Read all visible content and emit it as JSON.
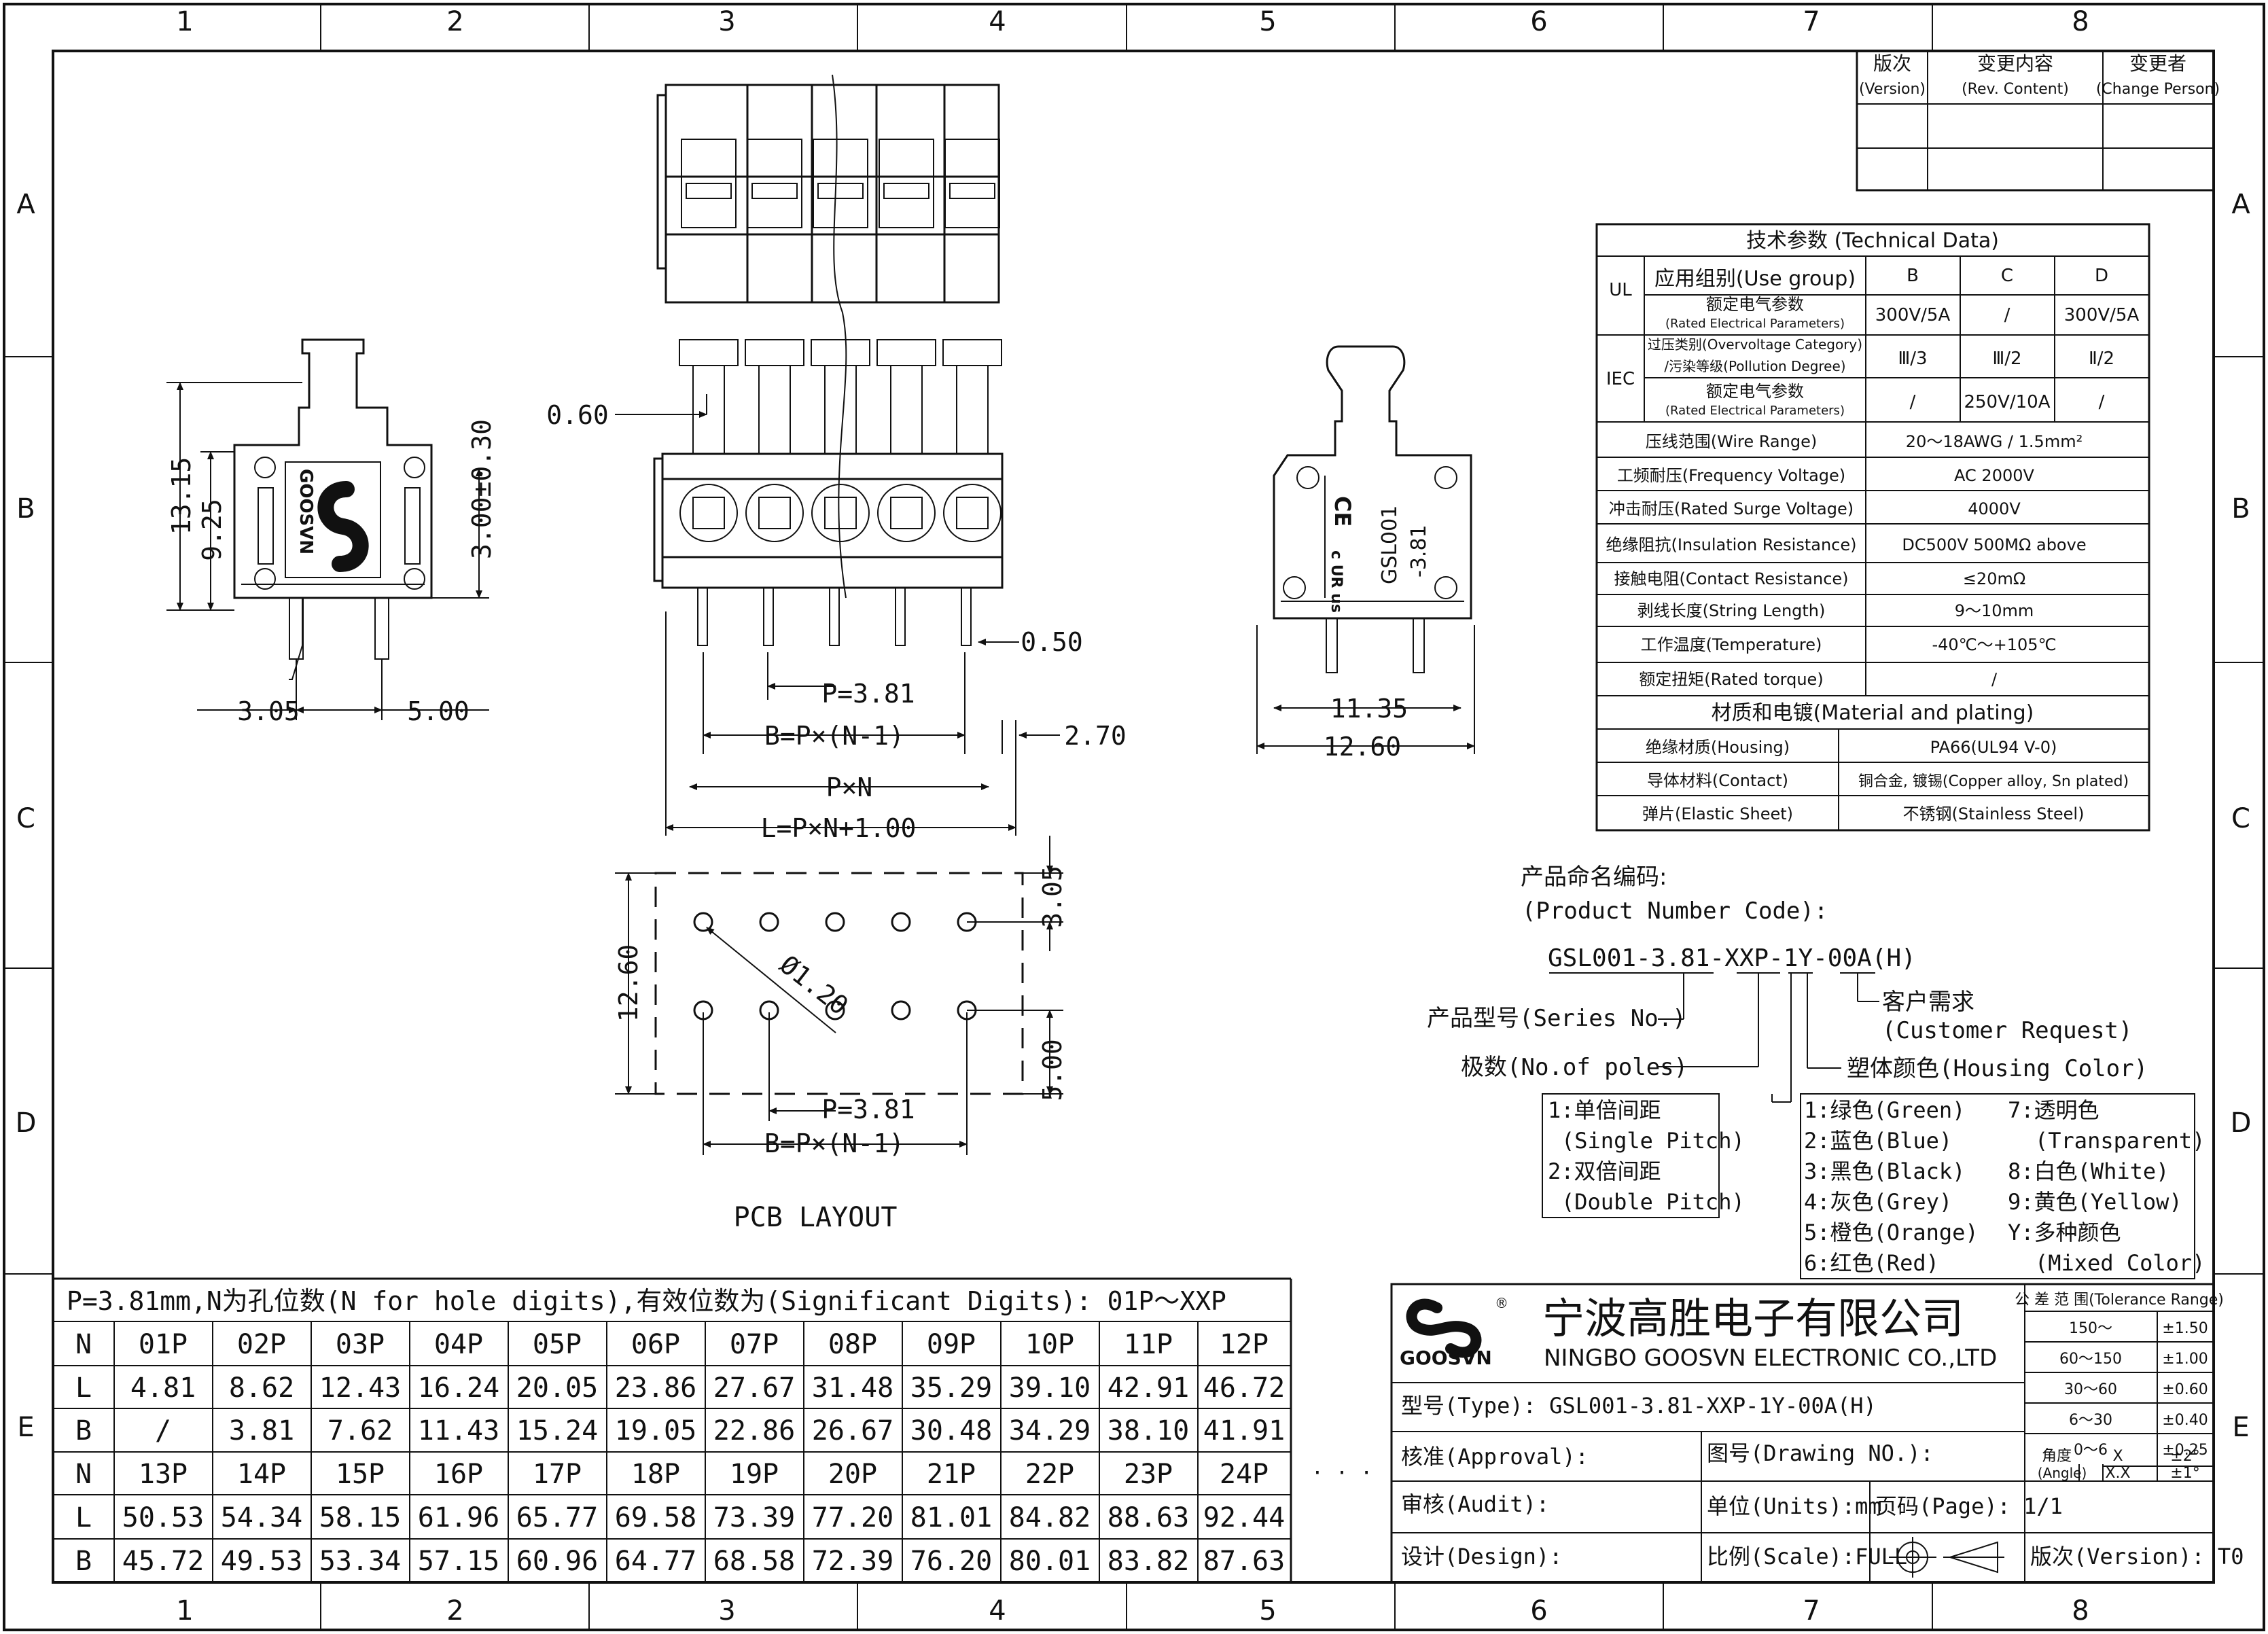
{
  "border": {
    "columns": [
      "1",
      "2",
      "3",
      "4",
      "5",
      "6",
      "7",
      "8"
    ],
    "rows": [
      "A",
      "B",
      "C",
      "D",
      "E"
    ]
  },
  "revision_table": {
    "headers": [
      {
        "cn": "版次",
        "en": "(Version)"
      },
      {
        "cn": "变更内容",
        "en": "(Rev. Content)"
      },
      {
        "cn": "变更者",
        "en": "(Change Person)"
      }
    ]
  },
  "tech": {
    "title": "技术参数 (Technical Data)",
    "ul": "UL",
    "iec": "IEC",
    "use_group": "应用组别(Use group)",
    "col_b": "B",
    "col_c": "C",
    "col_d": "D",
    "rated_cn": "额定电气参数",
    "rated_en": "(Rated Electrical Parameters)",
    "ul_b": "300V/5A",
    "ul_c": "/",
    "ul_d": "300V/5A",
    "over_cn1": "过压类别(Overvoltage Category)",
    "over_cn2": "/污染等级(Pollution Degree)",
    "over_b": "Ⅲ/3",
    "over_c": "Ⅲ/2",
    "over_d": "Ⅱ/2",
    "iec_rated_cn": "额定电气参数",
    "iec_rated_en": "(Rated Electrical Parameters)",
    "iec_b": "/",
    "iec_c": "250V/10A",
    "iec_d": "/",
    "rows": [
      {
        "label": "压线范围(Wire Range)",
        "value": "20～18AWG / 1.5mm²"
      },
      {
        "label": "工频耐压(Frequency Voltage)",
        "value": "AC 2000V"
      },
      {
        "label": "冲击耐压(Rated Surge Voltage)",
        "value": "4000V"
      },
      {
        "label": "绝缘阻抗(Insulation Resistance)",
        "value": "DC500V 500MΩ above"
      },
      {
        "label": "接触电阻(Contact Resistance)",
        "value": "≤20mΩ"
      },
      {
        "label": "剥线长度(String Length)",
        "value": "9～10mm"
      },
      {
        "label": "工作温度(Temperature)",
        "value": "-40℃～+105℃"
      },
      {
        "label": "额定扭矩(Rated torque)",
        "value": "/"
      }
    ],
    "material_title": "材质和电镀(Material and plating)",
    "materials": [
      {
        "label": "绝缘材质(Housing)",
        "value": "PA66(UL94 V-0)"
      },
      {
        "label": "导体材料(Contact)",
        "value": "铜合金, 镀锡(Copper alloy, Sn plated)"
      },
      {
        "label": "弹片(Elastic Sheet)",
        "value": "不锈钢(Stainless Steel)"
      }
    ]
  },
  "pn": {
    "heading_cn": "产品命名编码:",
    "heading_en": "(Product Number Code):",
    "code": "GSL001-3.81-XXP-1Y-00A(H)",
    "series": "产品型号(Series No.)",
    "poles": "极数(No.of poles)",
    "customer_cn": "客户需求",
    "customer_en": "(Customer Request)",
    "housing_color": "塑体颜色(Housing Color)",
    "pitch": [
      "1:单倍间距",
      "(Single Pitch)",
      "2:双倍间距",
      "(Double Pitch)"
    ],
    "colors_left": [
      "1:绿色(Green)",
      "2:蓝色(Blue)",
      "3:黑色(Black)",
      "4:灰色(Grey)",
      "5:橙色(Orange)",
      "6:红色(Red)"
    ],
    "colors_right": [
      "7:透明色",
      "(Transparent)",
      "8:白色(White)",
      "9:黄色(Yellow)",
      "Y:多种颜色",
      "(Mixed Color)"
    ]
  },
  "dims": {
    "d0_60": "0.60",
    "d0_50": "0.50",
    "pitch": "P=3.81",
    "bformula": "B=P×(N-1)",
    "d2_70": "2.70",
    "pxn": "P×N",
    "lformula": "L=P×N+1.00",
    "d13_15": "13.15",
    "d9_25": "9.25",
    "d3_00": "3.00±0.30",
    "d3_05": "3.05",
    "d5_00": "5.00",
    "d11_35": "11.35",
    "d12_60": "12.60",
    "pcb_12_60": "12.60",
    "pcb_3_05": "3.05",
    "pcb_5_00": "5.00",
    "pcb_hole": "Ø1.20",
    "pcb_pitch": "P=3.81",
    "pcb_b": "B=P×(N-1)",
    "pcb_title": "PCB LAYOUT"
  },
  "marks": {
    "brand_vertical": "GOOSVN",
    "cert_ce": "CE",
    "cert_ur": "c UR us",
    "part_label1": "GSL001",
    "part_label2": "-3.81"
  },
  "dim_table": {
    "title": "P=3.81mm,N为孔位数(N for hole digits),有效位数为(Significant Digits): 01P～XXP",
    "row_n1": [
      "N",
      "01P",
      "02P",
      "03P",
      "04P",
      "05P",
      "06P",
      "07P",
      "08P",
      "09P",
      "10P",
      "11P",
      "12P"
    ],
    "row_l1": [
      "L",
      "4.81",
      "8.62",
      "12.43",
      "16.24",
      "20.05",
      "23.86",
      "27.67",
      "31.48",
      "35.29",
      "39.10",
      "42.91",
      "46.72"
    ],
    "row_b1": [
      "B",
      "/",
      "3.81",
      "7.62",
      "11.43",
      "15.24",
      "19.05",
      "22.86",
      "26.67",
      "30.48",
      "34.29",
      "38.10",
      "41.91"
    ],
    "row_n2": [
      "N",
      "13P",
      "14P",
      "15P",
      "16P",
      "17P",
      "18P",
      "19P",
      "20P",
      "21P",
      "22P",
      "23P",
      "24P"
    ],
    "row_l2": [
      "L",
      "50.53",
      "54.34",
      "58.15",
      "61.96",
      "65.77",
      "69.58",
      "73.39",
      "77.20",
      "81.01",
      "84.82",
      "88.63",
      "92.44"
    ],
    "row_b2": [
      "B",
      "45.72",
      "49.53",
      "53.34",
      "57.15",
      "60.96",
      "64.77",
      "68.58",
      "72.39",
      "76.20",
      "80.01",
      "83.82",
      "87.63"
    ],
    "ellipsis": "· · ·"
  },
  "title_block": {
    "logo_text": "GOOSVN",
    "logo_reg": "®",
    "company_cn": "宁波高胜电子有限公司",
    "company_en": "NINGBO GOOSVN ELECTRONIC CO.,LTD",
    "type": "型号(Type): GSL001-3.81-XXP-1Y-00A(H)",
    "approval": "核准(Approval):",
    "drawing_no": "图号(Drawing NO.):",
    "audit": "审核(Audit):",
    "units": "单位(Units):mm",
    "page": "页码(Page): 1/1",
    "design": "设计(Design):",
    "scale": "比例(Scale):FULL",
    "version": "版次(Version): T0",
    "tolerance_title": "公 差 范 围(Tolerance Range)",
    "tolerances": [
      {
        "range": "150～",
        "value": "±1.50"
      },
      {
        "range": "60～150",
        "value": "±1.00"
      },
      {
        "range": "30～60",
        "value": "±0.60"
      },
      {
        "range": "6～30",
        "value": "±0.40"
      },
      {
        "range": "0～6",
        "value": "±0.25"
      }
    ],
    "angle_cn": "角度",
    "angle_en": "(Angle)",
    "angle_x": "X",
    "angle_x_val": "±2°",
    "angle_xx": "X.X",
    "angle_xx_val": "±1°"
  }
}
